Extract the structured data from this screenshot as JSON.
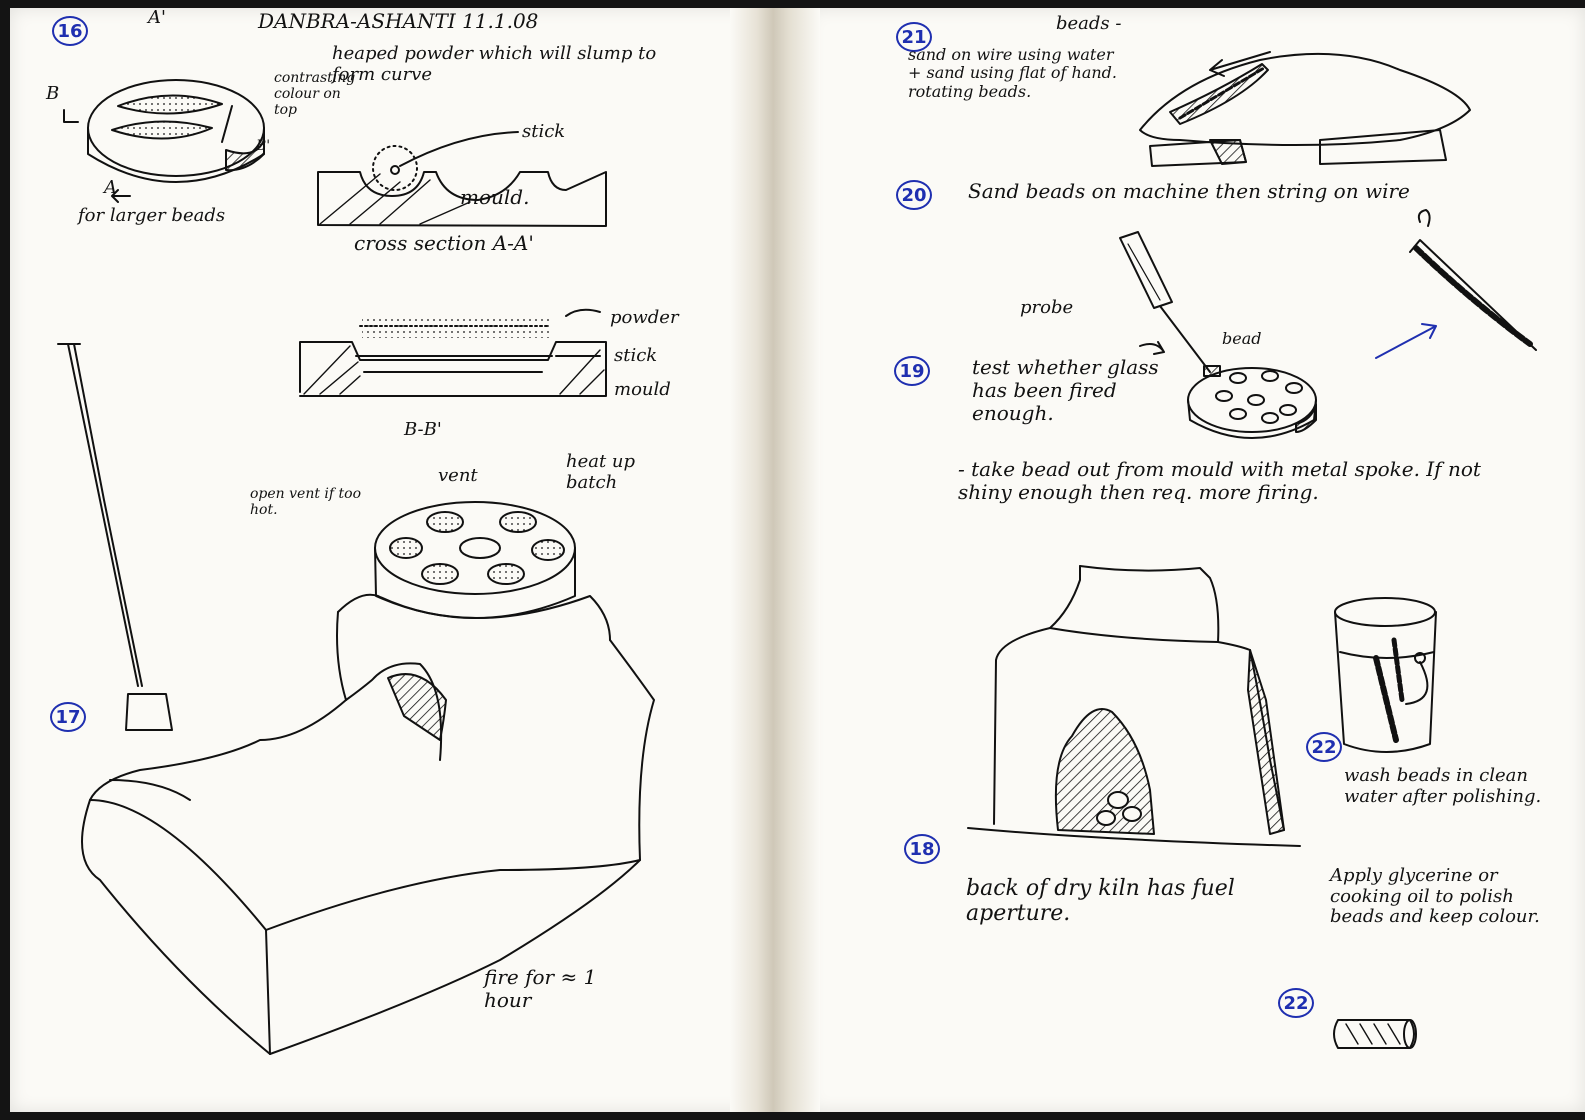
{
  "left_page": {
    "header": "DANBRA-ASHANTI 11.1.08",
    "step_16": {
      "number": "16",
      "section_a": "A'",
      "section_b": "B",
      "section_b_prime": "B'",
      "section_a_bottom": "A",
      "for_larger_beads": "for larger beads",
      "heaped_powder_note": "heaped powder which will slump to form curve",
      "contrasting_colour": "contrasting colour on top",
      "stick_label": "stick",
      "mould_label": "mould.",
      "cross_section": "cross section A-A'",
      "powder_label": "powder",
      "stick_label_2": "stick",
      "mould_label_2": "mould",
      "section_bb": "B-B'"
    },
    "step_17": {
      "number": "17",
      "open_vent": "open vent if too hot.",
      "vent_label": "vent",
      "heat_up_batch": "heat up batch",
      "fire_for_hour": "fire for ≈ 1 hour"
    }
  },
  "right_page": {
    "step_21": {
      "number": "21",
      "beads": "beads -",
      "sand_on_wire": "sand on wire using water + sand using flat of hand. rotating beads."
    },
    "step_20": {
      "number": "20",
      "text": "Sand beads on machine then string on wire"
    },
    "step_19": {
      "number": "19",
      "probe": "probe",
      "bead": "bead",
      "test": "test whether glass has been fired enough.",
      "take_bead_out": "- take bead out from mould with metal spoke. If not shiny enough then req. more firing."
    },
    "step_18": {
      "number": "18",
      "back_of_kiln": "back of dry kiln has fuel aperture."
    },
    "step_22_wash": {
      "number": "22",
      "text": "wash beads in clean water after polishing."
    },
    "step_22_apply": {
      "number": "22",
      "text": "Apply glycerine or cooking oil to polish beads and keep colour."
    }
  }
}
